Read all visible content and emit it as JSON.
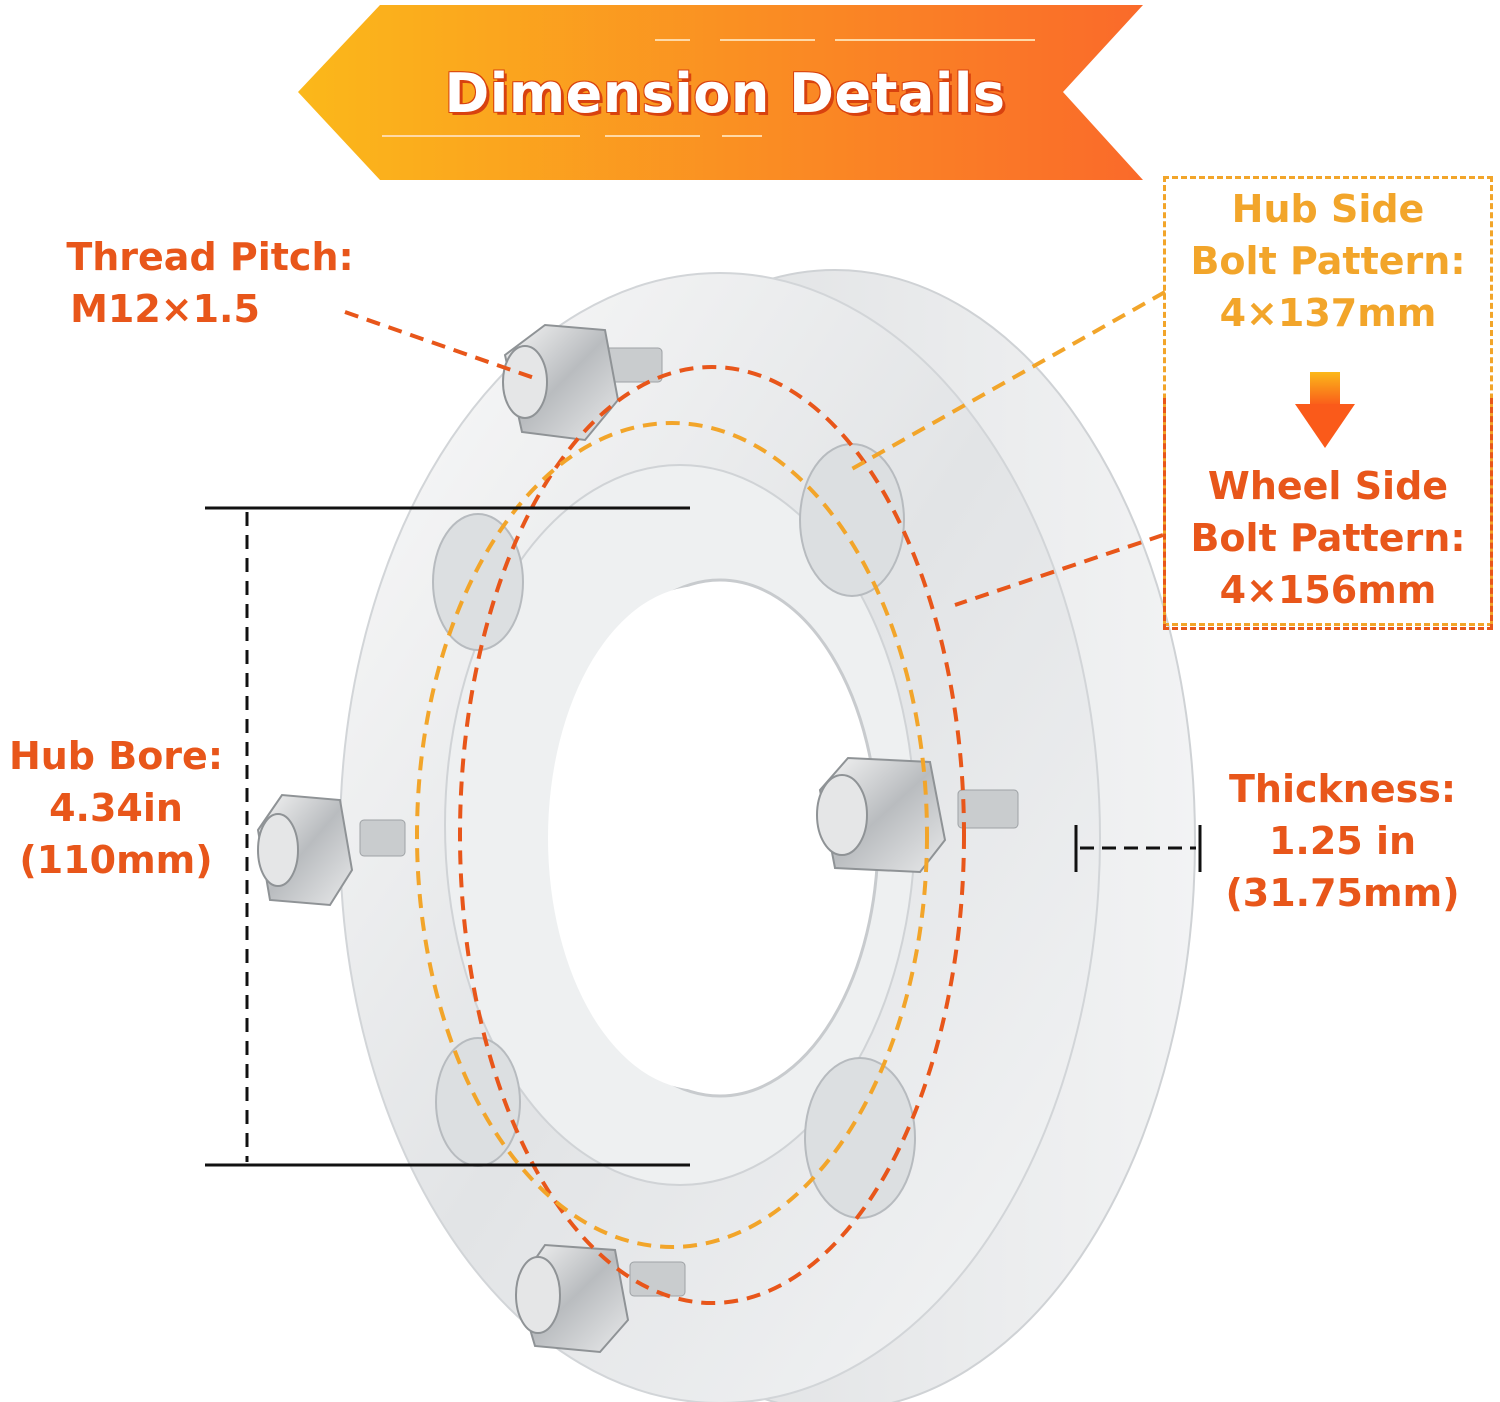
{
  "banner": {
    "title": "Dimension Details"
  },
  "thread_pitch": {
    "label": "Thread Pitch:",
    "value": "M12×1.5"
  },
  "hub_side": {
    "line1": "Hub Side",
    "line2": "Bolt Pattern:",
    "value": "4×137mm"
  },
  "wheel_side": {
    "line1": "Wheel Side",
    "line2": "Bolt Pattern:",
    "value": "4×156mm"
  },
  "hub_bore": {
    "label": "Hub Bore:",
    "value_in": "4.34in",
    "value_mm": "(110mm)"
  },
  "thickness": {
    "label": "Thickness:",
    "value_in": "1.25 in",
    "value_mm": "(31.75mm)"
  },
  "colors": {
    "primary_orange": "#e8561a",
    "amber": "#f2a52a",
    "banner_start": "#fbb81a",
    "banner_end": "#fa6a2a"
  }
}
